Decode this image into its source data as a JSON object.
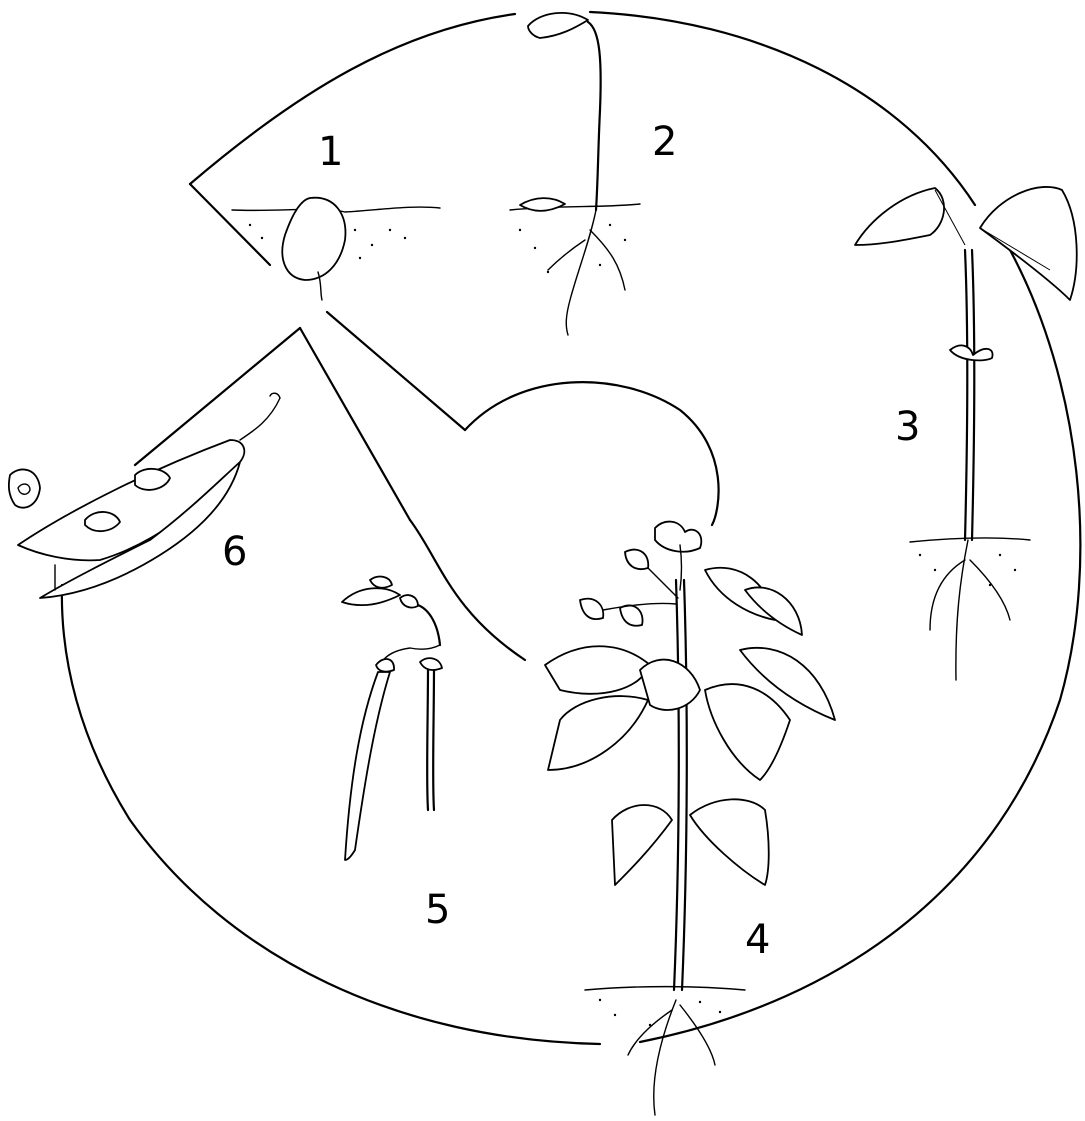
{
  "stages": [
    {
      "id": 1,
      "label": "1"
    },
    {
      "id": 2,
      "label": "2"
    },
    {
      "id": 3,
      "label": "3"
    },
    {
      "id": 4,
      "label": "4"
    },
    {
      "id": 5,
      "label": "5"
    },
    {
      "id": 6,
      "label": "6"
    }
  ],
  "colors": {
    "ink": "#000000",
    "background": "#ffffff"
  }
}
